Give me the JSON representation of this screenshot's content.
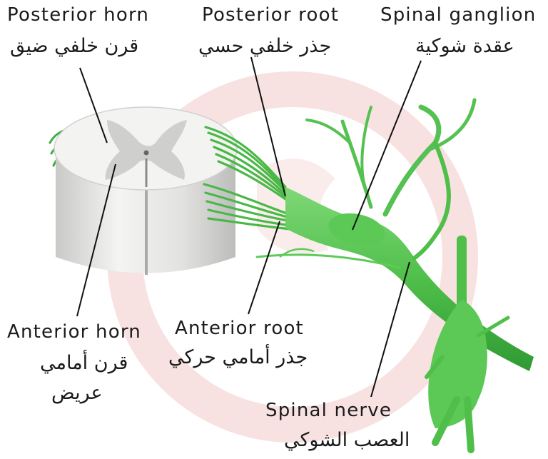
{
  "labels": {
    "posterior_horn": {
      "en": "Posterior horn",
      "ar": "قرن خلفي ضيق"
    },
    "posterior_root": {
      "en": "Posterior root",
      "ar": "جذر خلفي حسي"
    },
    "spinal_ganglion": {
      "en": "Spinal ganglion",
      "ar": "عقدة شوكية"
    },
    "anterior_horn": {
      "en": "Anterior horn",
      "ar_line1": "قرن أمامي",
      "ar_line2": "عريض"
    },
    "anterior_root": {
      "en": "Anterior root",
      "ar": "جذر أمامي حركي"
    },
    "spinal_nerve": {
      "en": "Spinal nerve",
      "ar": "العصب الشوكي"
    }
  },
  "colors": {
    "nerve": "#4fbf4a",
    "nerve_dark": "#2f9a33",
    "nerve_light": "#8fe08a",
    "white_matter": "#f2f2f0",
    "gray_matter": "#cfcfcd",
    "watermark": "#f6dcdc",
    "leader_line": "#111111"
  }
}
